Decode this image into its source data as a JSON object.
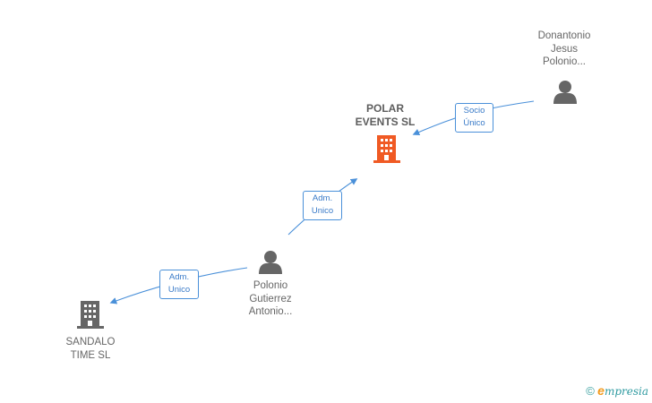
{
  "nodes": {
    "donantonio": {
      "label_lines": [
        "Donantonio",
        "Jesus",
        "Polonio..."
      ],
      "kind": "person"
    },
    "polar": {
      "label_lines": [
        "POLAR",
        "EVENTS SL"
      ],
      "kind": "company",
      "color": "#f05a24"
    },
    "polonio": {
      "label_lines": [
        "Polonio",
        "Gutierrez",
        "Antonio..."
      ],
      "kind": "person"
    },
    "sandalo": {
      "label_lines": [
        "SANDALO",
        "TIME SL"
      ],
      "kind": "company",
      "color": "#666666"
    }
  },
  "edges": {
    "socio": {
      "label_lines": [
        "Socio",
        "Único"
      ]
    },
    "adm_polar": {
      "label_lines": [
        "Adm.",
        "Unico"
      ]
    },
    "adm_sandalo": {
      "label_lines": [
        "Adm.",
        "Unico"
      ]
    }
  },
  "colors": {
    "edge": "#4a90d9",
    "person": "#666666"
  },
  "brand": {
    "copyright": "©",
    "e": "e",
    "rest": "mpresia"
  }
}
